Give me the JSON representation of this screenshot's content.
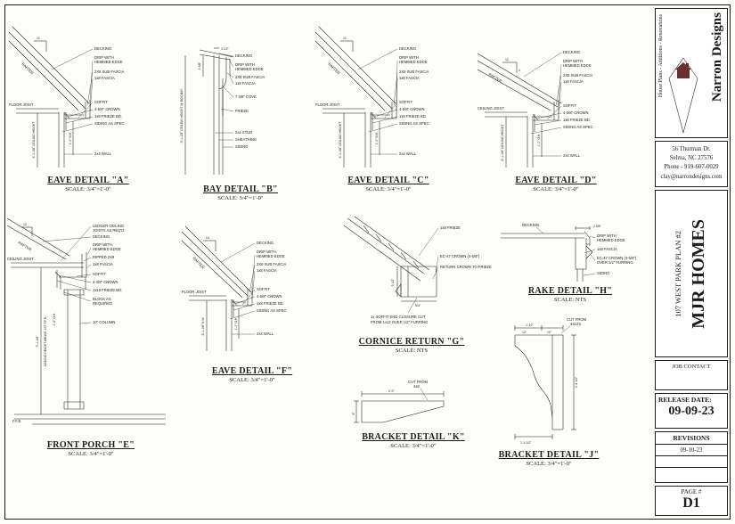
{
  "titleblock": {
    "firm": {
      "name": "Narron Designs",
      "tagline": "House Plans - Additions - Renovations",
      "address1": "56 Thurman Dr.",
      "address2": "Selma, NC 27576",
      "phone": "Phone - 919-607-0029",
      "email": "clay@narrondesigns.com",
      "logo_color": "#6a2f2f"
    },
    "project": {
      "client": "MJR HOMES",
      "plan": "107 WEST PARK PLAN #2"
    },
    "job_contact_label": "JOB CONTACT",
    "release": {
      "label": "RELEASE DATE:",
      "date": "09-09-23"
    },
    "revisions": {
      "label": "REVISIONS",
      "entries": [
        "09-10-23"
      ]
    },
    "page": {
      "label": "PAGE #",
      "number": "D1"
    }
  },
  "details": {
    "a": {
      "title": "EAVE DETAIL \"A\"",
      "scale": "SCALE: 3/4\"=1'-0\"",
      "pitch_rise": "12",
      "rafter": "RAFTER",
      "joist": "FLOOR JOIST",
      "decking": "DECKING",
      "drip1": "DRIP WITH",
      "drip2": "HEMMED EDGE",
      "subfascia": "2X8 SUB FASCIA",
      "fascia": "1x8 FASCIA",
      "soffit": "SOFFIT",
      "crown": "4-5/8\" CROWN",
      "frieze": "1x8 FRIEZE BD.",
      "siding": "SIDING AS SPEC",
      "wall": "2x4 WALL",
      "oh": "1'-0\" O.H.",
      "height": "9'-1-1/8\" CEILING HEIGHT"
    },
    "b": {
      "title": "BAY DETAIL \"B\"",
      "scale": "SCALE: 3/4\"=1'-0\"",
      "dim_top": "3 1/2\"",
      "dim_side": "3 3/8\"",
      "decking": "DECKING",
      "drip1": "DRIP WITH",
      "drip2": "HEMMED EDGE",
      "subfascia": "2X8 SUB FASCIA",
      "fascia": "1x8 FASCIA",
      "cove": "7 3/8\" COVE",
      "frieze": "FRIEZE",
      "stud": "2x4 STUD",
      "sheathing": "SHEATHING",
      "siding": "SIDING",
      "height": "9'-1-1/8\" CEILING HEIGHT @ BOX BAY"
    },
    "c": {
      "title": "EAVE DETAIL \"C\"",
      "scale": "SCALE: 3/4\"=1'-0\"",
      "pitch_rise": "12",
      "rafter": "RAFTER",
      "joist": "FLOOR JOIST",
      "decking": "DECKING",
      "drip1": "DRIP WITH",
      "drip2": "HEMMED EDGE",
      "subfascia": "2X8 SUB FASCIA",
      "fascia": "1x8 FASCIA",
      "soffit": "SOFFIT",
      "crown": "4-5/8\" CROWN",
      "frieze": "1x8 FRIEZE BD.",
      "siding": "SIDING AS SPEC",
      "wall": "2x4 WALL",
      "oh": "1'-0\" O.H.",
      "height": "9'-1-1/8\" CEILING HEIGHT"
    },
    "d": {
      "title": "EAVE DETAIL \"D\"",
      "scale": "SCALE: 3/4\"=1'-0\"",
      "pitch_rise": "12",
      "pitch_run": "4",
      "rafter": "RAFTER",
      "joist": "CEILING JOIST",
      "decking": "DECKING",
      "drip1": "DRIP WITH",
      "drip2": "HEMMED EDGE",
      "subfascia": "2X8 SUB FASCIA",
      "fascia": "1x8 FASCIA",
      "soffit": "SOFFIT",
      "crown": "4-5/8\" CROWN",
      "frieze": "1x8 FRIEZE BD.",
      "siding": "SIDING AS SPEC",
      "wall": "2x4 WALL",
      "oh": "1'-0\" O.H.",
      "height": "8'-1-1/8\" CEILING HEIGHT"
    },
    "e": {
      "title": "FRONT PORCH \"E\"",
      "scale": "SCALE: 3/4\"=1'-0\"",
      "pitch_rise": "12",
      "rafter": "RAFTER",
      "joist": "CEILING JOIST",
      "ledger1": "LEDGER CEILING",
      "ledger2": "JOISTS AS REQ'D",
      "decking": "DECKING",
      "drip1": "DRIP WITH",
      "drip2": "HEMMED EDGE",
      "ripped": "RIPPED 2X8",
      "fascia": "1x8 FASCIA",
      "soffit": "SOFFIT",
      "crown": "4-3/8\" CROWN",
      "frieze": "1x10 FRIEZE BD.",
      "block1": "BLOCK AS",
      "block2": "REQUIRED",
      "column": "10\" COLUMN",
      "oh": "1'-6\" O.H.",
      "height1": "9'-1-1/8\"",
      "height2": "CEILING HEIGHT ABOVE 1ST F.F.E.",
      "ffe": "F.F.E."
    },
    "f": {
      "title": "EAVE DETAIL \"F\"",
      "scale": "SCALE: 3/4\"=1'-0\"",
      "pitch_rise": "14",
      "rafter": "RAFTER",
      "joist": "FLOOR JOIST",
      "decking": "DECKING",
      "drip1": "DRIP WITH",
      "drip2": "HEMMED EDGE",
      "subfascia": "2X8 SUB FASCIA",
      "fascia": "1x8 FASCIA",
      "soffit": "SOFFIT",
      "crown": "4-5/8\" CROWN",
      "frieze": "1x8 FRIEZE BD.",
      "siding": "SIDING AS SPEC",
      "wall": "2x4 WALL",
      "oh": "1'-0\" O.H.",
      "height": "8'-1-1/8\" K.W."
    },
    "g": {
      "title": "CORNICE RETURN \"G\"",
      "scale": "SCALE: NTS",
      "frieze": "1x8 FRIEZE",
      "crown": "EC-47 CROWN (4-5/8\")",
      "return_note": "RETURN CROWN TO FRIEZE",
      "closure1": "1x SOFFIT END CLOSURE CUT",
      "closure2": "FROM 1x12 OVER 1/2\" FURRING",
      "dim1": "3 1/2\"",
      "dim2": "5/4\""
    },
    "h": {
      "title": "RAKE DETAIL \"H\"",
      "scale": "SCALE: NTS",
      "decking": "DECKING",
      "dim": "2 5/8\"",
      "drip1": "DRIP WITH",
      "drip2": "HEMMED EDGE",
      "fascia": "1x8 FASCIA",
      "crown1": "EC-47 CROWN (4-5/8\")",
      "crown2": "OVER 1/2\" FURRING",
      "siding": "SIDING"
    },
    "k": {
      "title": "BRACKET DETAIL \"K\"",
      "scale": "SCALE: 3/4\"=1'-0\"",
      "cut1": "CUT FROM",
      "cut2": "4x8",
      "dim_w": "2'-0\"",
      "dim_h": "8\""
    },
    "j": {
      "title": "BRACKET DETAIL \"J\"",
      "scale": "SCALE: 3/4\"=1'-0\"",
      "cut1": "CUT FROM",
      "cut2": "4x12's",
      "dim_w": "1'-10\"",
      "dim_s1": "12\"",
      "dim_s2": "10\"",
      "dim_h": "2'-8 1/2\"",
      "dim_b": "1'-4 1/2\""
    }
  }
}
